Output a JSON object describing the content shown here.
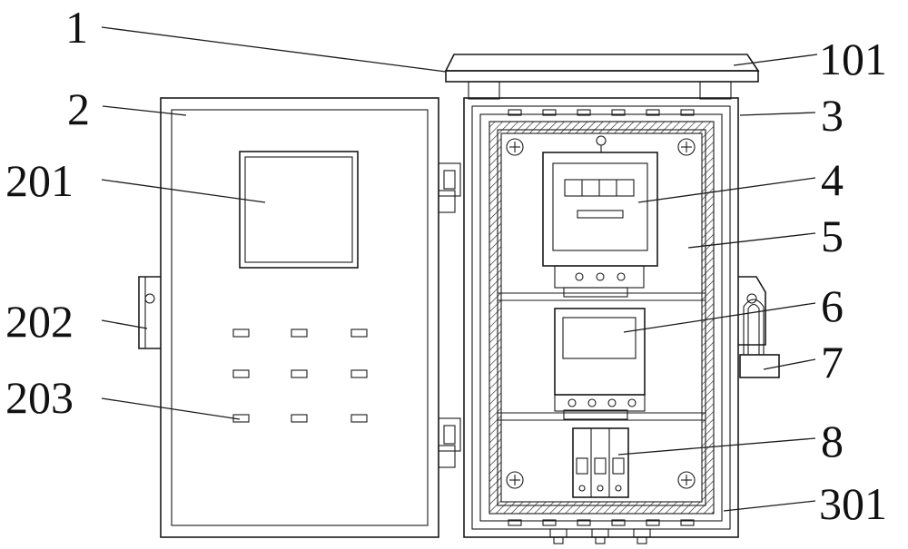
{
  "labels": {
    "l1": "1",
    "l101": "101",
    "l2": "2",
    "l3": "3",
    "l201": "201",
    "l4": "4",
    "l5": "5",
    "l202": "202",
    "l6": "6",
    "l7": "7",
    "l203": "203",
    "l8": "8",
    "l301": "301"
  },
  "colors": {
    "stroke": "#1a1a1a",
    "background": "#ffffff"
  }
}
